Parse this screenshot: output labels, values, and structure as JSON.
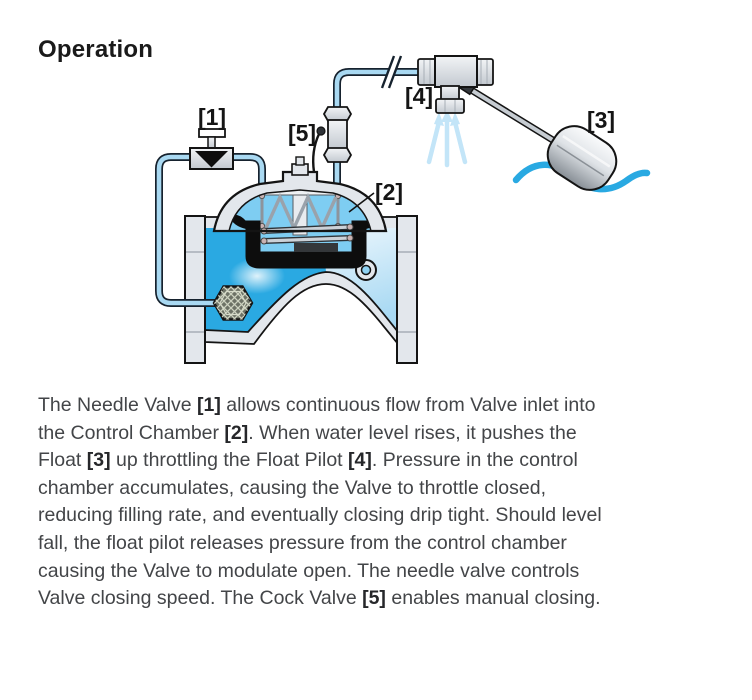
{
  "page": {
    "title": "Operation"
  },
  "diagram": {
    "labels": {
      "l1": "[1]",
      "l2": "[2]",
      "l3": "[3]",
      "l4": "[4]",
      "l5": "[5]"
    },
    "colors": {
      "water_bright": "#2aa9e2",
      "water_chamber": "#7ecdf2",
      "pipe_fill": "#a9d9f2",
      "pipe_outline": "#16222e",
      "metal_light": "#e3e7ec",
      "metal_mid": "#c7cdd4",
      "outline": "#141414",
      "diaphragm_black": "#0d0d0d",
      "spray_blue": "#c3e5f8",
      "wave_blue": "#29a9e2",
      "strainer_dark": "#6d7266",
      "title_color": "#1a1a1a",
      "body_text": "#434548"
    }
  },
  "description": {
    "lines": [
      [
        {
          "t": "The Needle Valve "
        },
        {
          "t": "[1]",
          "b": true
        },
        {
          "t": " allows continuous flow from Valve inlet into"
        }
      ],
      [
        {
          "t": "the Control Chamber "
        },
        {
          "t": "[2]",
          "b": true
        },
        {
          "t": ". When water level rises, it pushes the"
        }
      ],
      [
        {
          "t": "Float "
        },
        {
          "t": "[3]",
          "b": true
        },
        {
          "t": " up throttling the Float Pilot "
        },
        {
          "t": "[4]",
          "b": true
        },
        {
          "t": ". Pressure in the control"
        }
      ],
      [
        {
          "t": "chamber accumulates, causing the Valve to throttle closed,"
        }
      ],
      [
        {
          "t": "reducing filling rate, and eventually closing drip tight. Should level"
        }
      ],
      [
        {
          "t": "fall, the float pilot releases pressure from the control chamber"
        }
      ],
      [
        {
          "t": "causing the Valve to modulate open. The needle valve controls"
        }
      ],
      [
        {
          "t": "Valve closing speed. The Cock Valve "
        },
        {
          "t": "[5]",
          "b": true
        },
        {
          "t": " enables manual closing."
        }
      ]
    ]
  }
}
